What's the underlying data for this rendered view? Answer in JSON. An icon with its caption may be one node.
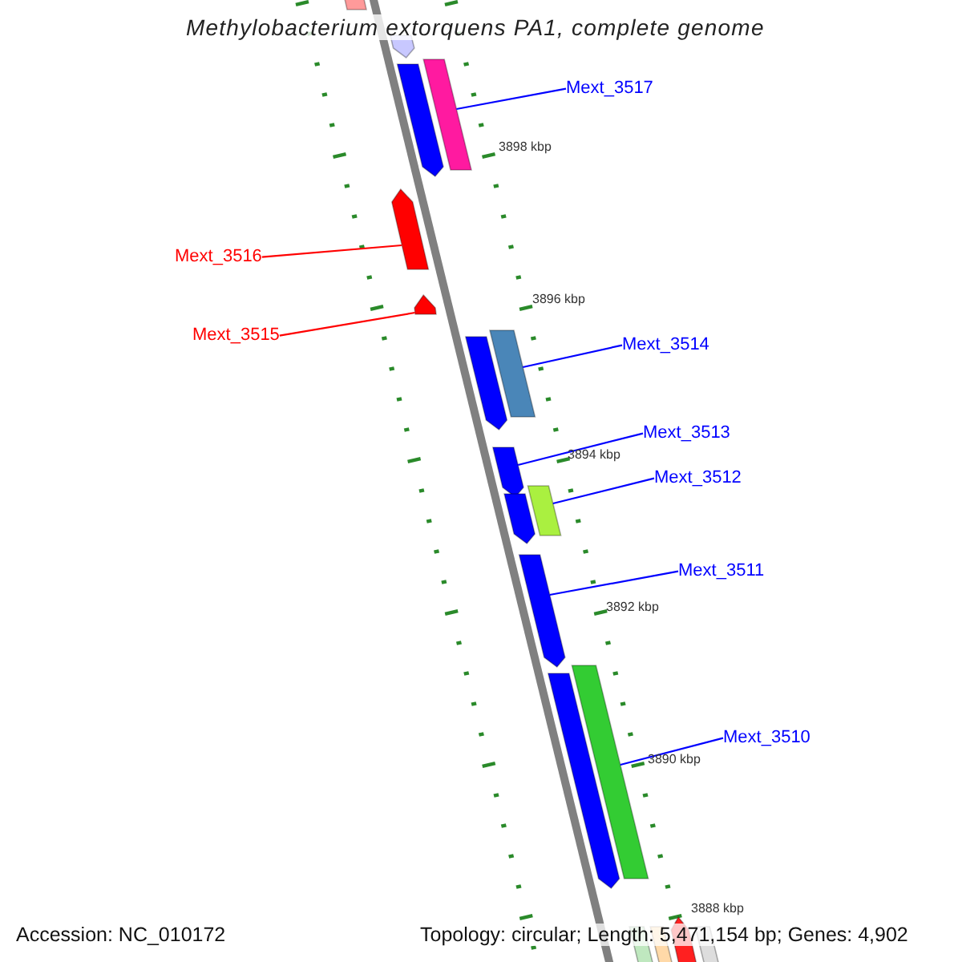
{
  "diagram": {
    "title": "Methylobacterium extorquens PA1, complete genome",
    "nodes": [
      {
        "text": [
          "Mext_3517"
        ]
      },
      {
        "text": [],
        "shape": "bar"
      },
      {
        "text": [
          "Mext_3516"
        ]
      },
      {
        "text": [],
        "shape": "bar"
      },
      {
        "text": [
          "Mext_3515"
        ]
      },
      {
        "text": [],
        "shape": "bar"
      },
      {
        "text": [
          "Mext_3514"
        ]
      },
      {
        "text": [],
        "shape": "bar"
      },
      {
        "text": [
          "Mext_3513"
        ]
      },
      {
        "text": [],
        "shape": "bar"
      },
      {
        "text": [
          "Mext_3512"
        ]
      },
      {
        "text": [],
        "shape": "bar"
      },
      {
        "text": [
          "Mext_3511"
        ]
      },
      {
        "text": [],
        "shape": "bar"
      },
      {
        "text": [
          "Mext_3510"
        ]
      },
      {
        "text": [],
        "shape": "bar"
      },
      {
        "text": [],
        "shape": "bar"
      },
      {
        "text": [],
        "shape": "bar"
      },
      {
        "text": [],
        "shape": "bar"
      },
      {
        "text": [],
        "shape": "bar"
      },
      {
        "text": [],
        "shape": "bar"
      },
      {
        "text": [],
        "shape": "bar"
      },
      {
        "text": [],
        "shape": "bar"
      },
      {
        "text": [],
        "shape": "bar"
      },
      {
        "text": [],
        "shape": "bar"
      },
      {
        "text": [],
        "shape": "bar"
      }
    ],
    "edges": [
      {
        "from": 0,
        "to": 1,
        "arrow": "none"
      },
      {
        "from": 2,
        "to": 3,
        "arrow": "none",
        "color": "#ff0000"
      },
      {
        "from": 4,
        "to": 5,
        "arrow": "none",
        "color": "#ff0000"
      },
      {
        "from": 6,
        "to": 7,
        "arrow": "none"
      },
      {
        "from": 8,
        "to": 9,
        "arrow": "none"
      },
      {
        "from": 10,
        "to": 11,
        "arrow": "none"
      },
      {
        "from": 12,
        "to": 13,
        "arrow": "none"
      },
      {
        "from": 14,
        "to": 15,
        "arrow": "none"
      }
    ],
    "labels": [
      "3898 kbp",
      "3896 kbp",
      "3894 kbp",
      "3892 kbp",
      "3890 kbp",
      "3888 kbp",
      "Accession: NC_010172",
      "Topology: circular; Length: 5,471,154 bp; Genes: 4,902"
    ]
  }
}
